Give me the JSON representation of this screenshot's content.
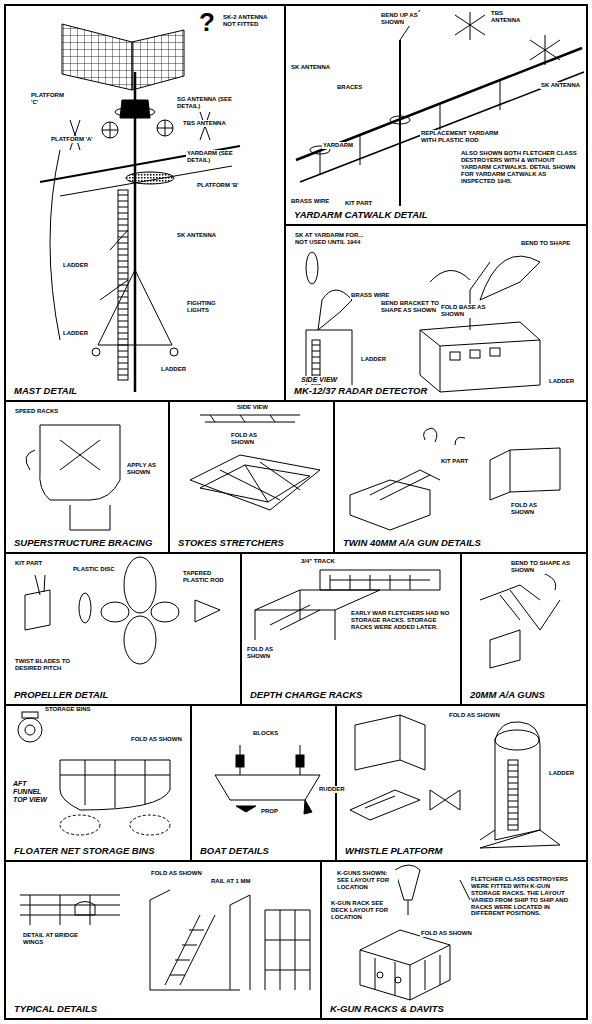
{
  "diagram": {
    "nodes": [
      {
        "text": [
          "MAST DETAIL"
        ]
      },
      {
        "text": [
          "YARDARM CATWALK DETAIL"
        ]
      },
      {
        "text": [
          "MK-12/37 RADAR DETECTOR"
        ]
      },
      {
        "text": [
          "SUPERSTRUCTURE BRACING"
        ]
      },
      {
        "text": [
          "STOKES STRETCHERS"
        ]
      },
      {
        "text": [
          "TWIN 40MM A/A GUN DETAILS"
        ]
      },
      {
        "text": [
          "PROPELLER DETAIL"
        ]
      },
      {
        "text": [
          "DEPTH CHARGE RACKS"
        ]
      },
      {
        "text": [
          "20MM A/A GUNS"
        ]
      },
      {
        "text": [
          "FLOATER NET STORAGE BINS"
        ]
      },
      {
        "text": [
          "BOAT DETAILS"
        ]
      },
      {
        "text": [
          "WHISTLE PLATFORM"
        ]
      },
      {
        "text": [
          "TYPICAL DETAILS"
        ]
      },
      {
        "text": [
          "K-GUN RACKS & DAVITS"
        ]
      }
    ],
    "labels": [
      "?",
      "SK-2 ANTENNA NOT FITTED",
      "PLATFORM 'C'",
      "SG ANTENNA (SEE DETAIL)",
      "TBS ANTENNA",
      "PLATFORM 'A'",
      "YARDARM (SEE DETAIL)",
      "PLATFORM 'B'",
      "SK ANTENNA",
      "LADDER",
      "FIGHTING LIGHTS",
      "LADDER",
      "LADDER",
      "BEND UP AS SHOWN",
      "TBS ANTENNA",
      "SK ANTENNA",
      "SK ANTENNA",
      "BRACES",
      "REPLACEMENT YARDARM WITH PLASTIC ROD",
      "YARDARM",
      "BRASS WIRE",
      "KIT PART",
      "ALSO SHOWN BOTH FLETCHER CLASS DESTROYERS WITH & WITHOUT YARDARM CATWALKS. DETAIL SHOWN FOR YARDARM CATWALK AS INSPECTED 1945.",
      "SK AT YARDARM FOR... NOT USED UNTIL 1944",
      "BEND TO SHAPE",
      "BRASS WIRE",
      "BEND BRACKET TO SHAPE AS SHOWN",
      "FOLD BASE AS SHOWN",
      "LADDER",
      "SIDE VIEW",
      "LADDER",
      "SPEED RACKS",
      "APPLY AS SHOWN",
      "SIDE VIEW",
      "FOLD AS SHOWN",
      "KIT PART",
      "FOLD AS SHOWN",
      "KIT PART",
      "PLASTIC DISC",
      "TAPERED PLASTIC ROD",
      "TWIST BLADES TO DESIRED PITCH",
      "3/4\" TRACK",
      "FOLD AS SHOWN",
      "EARLY WAR FLETCHERS HAD NO STORAGE RACKS. STORAGE RACKS WERE ADDED LATER.",
      "BEND TO SHAPE AS SHOWN",
      "STORAGE BINS",
      "FOLD AS SHOWN",
      "AFT FUNNEL TOP VIEW",
      "BLOCKS",
      "RUDDER",
      "PROP",
      "FOLD AS SHOWN",
      "LADDER",
      "FOLD AS SHOWN",
      "RAIL AT 1 MM",
      "DETAIL AT BRIDGE WINGS",
      "K-GUNS SHOWN: SEE LAYOUT FOR LOCATION",
      "K-GUN RACK SEE DECK LAYOUT FOR LOCATION",
      "FOLD AS SHOWN",
      "FLETCHER CLASS DESTROYERS WERE FITTED WITH K-GUN STORAGE RACKS. THE LAYOUT VARIED FROM SHIP TO SHIP AND RACKS WERE LOCATED IN DIFFERENT POSITIONS."
    ]
  }
}
